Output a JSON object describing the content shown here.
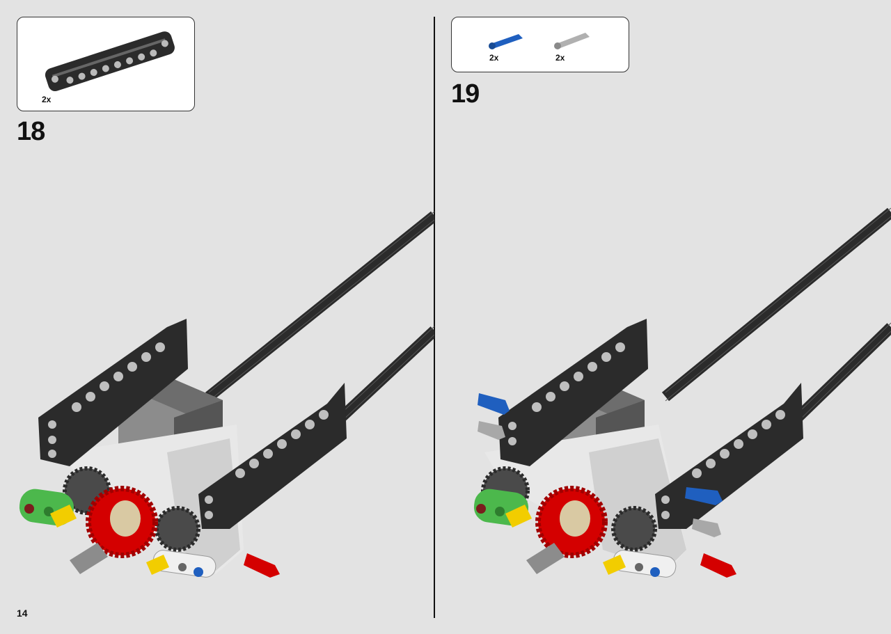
{
  "page_number": "14",
  "steps": [
    {
      "number": "18",
      "parts": [
        {
          "name": "black-panel",
          "qty": "2x",
          "color": "#2b2b2b"
        }
      ]
    },
    {
      "number": "19",
      "parts": [
        {
          "name": "blue-axle-pin",
          "qty": "2x",
          "color": "#1f5fbf"
        },
        {
          "name": "gray-pin",
          "qty": "2x",
          "color": "#a8a8a8"
        }
      ]
    }
  ],
  "colors": {
    "background": "#e3e3e3",
    "black_part": "#2b2b2b",
    "gray_part": "#8c8c8c",
    "red_part": "#d40000",
    "green_part": "#4cb84c",
    "yellow_part": "#f2cd00",
    "blue_part": "#1f5fbf"
  }
}
